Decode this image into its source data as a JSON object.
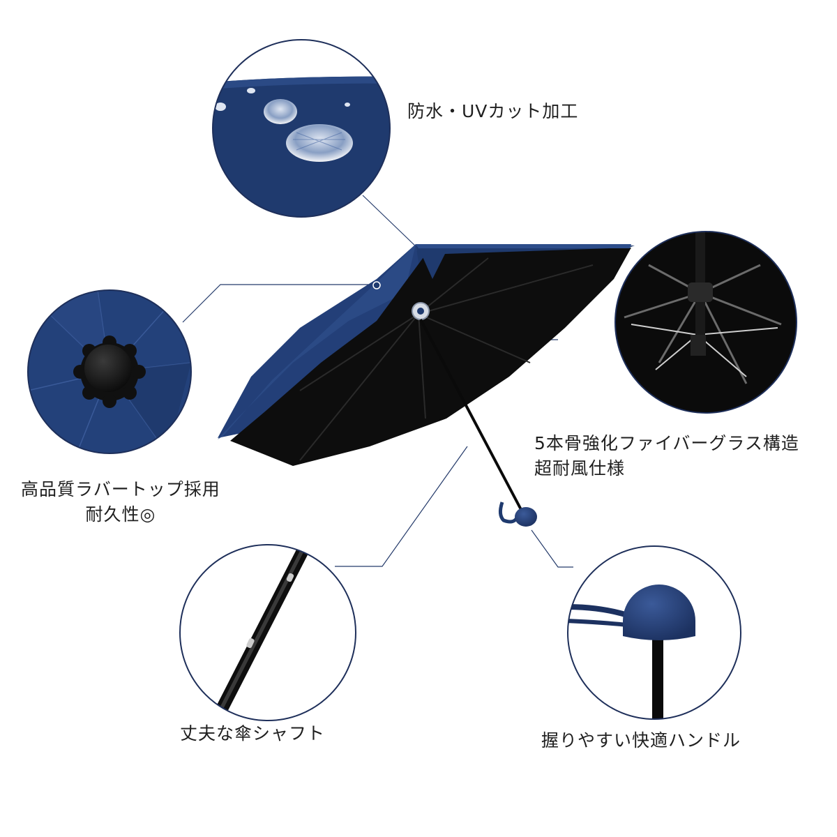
{
  "features": {
    "waterproof": {
      "lines": [
        "防水・UVカット加工"
      ]
    },
    "rubber_top": {
      "lines": [
        "高品質ラバートップ採用",
        "耐久性◎"
      ]
    },
    "fiberglass_ribs": {
      "lines": [
        "5本骨強化ファイバーグラス構造",
        "超耐風仕様"
      ]
    },
    "shaft": {
      "lines": [
        "丈夫な傘シャフト"
      ]
    },
    "handle": {
      "lines": [
        "握りやすい快適ハンドル"
      ]
    }
  },
  "colors": {
    "canopy": "#1f3a6e",
    "canopy_light": "#2b4a85",
    "canopy_inner": "#0c0c0c",
    "callout_line": "#243a6a",
    "circle_border": "#1e2f5a",
    "text": "#1f1f1f"
  },
  "icons": {
    "umbrella": "umbrella-illustration"
  }
}
